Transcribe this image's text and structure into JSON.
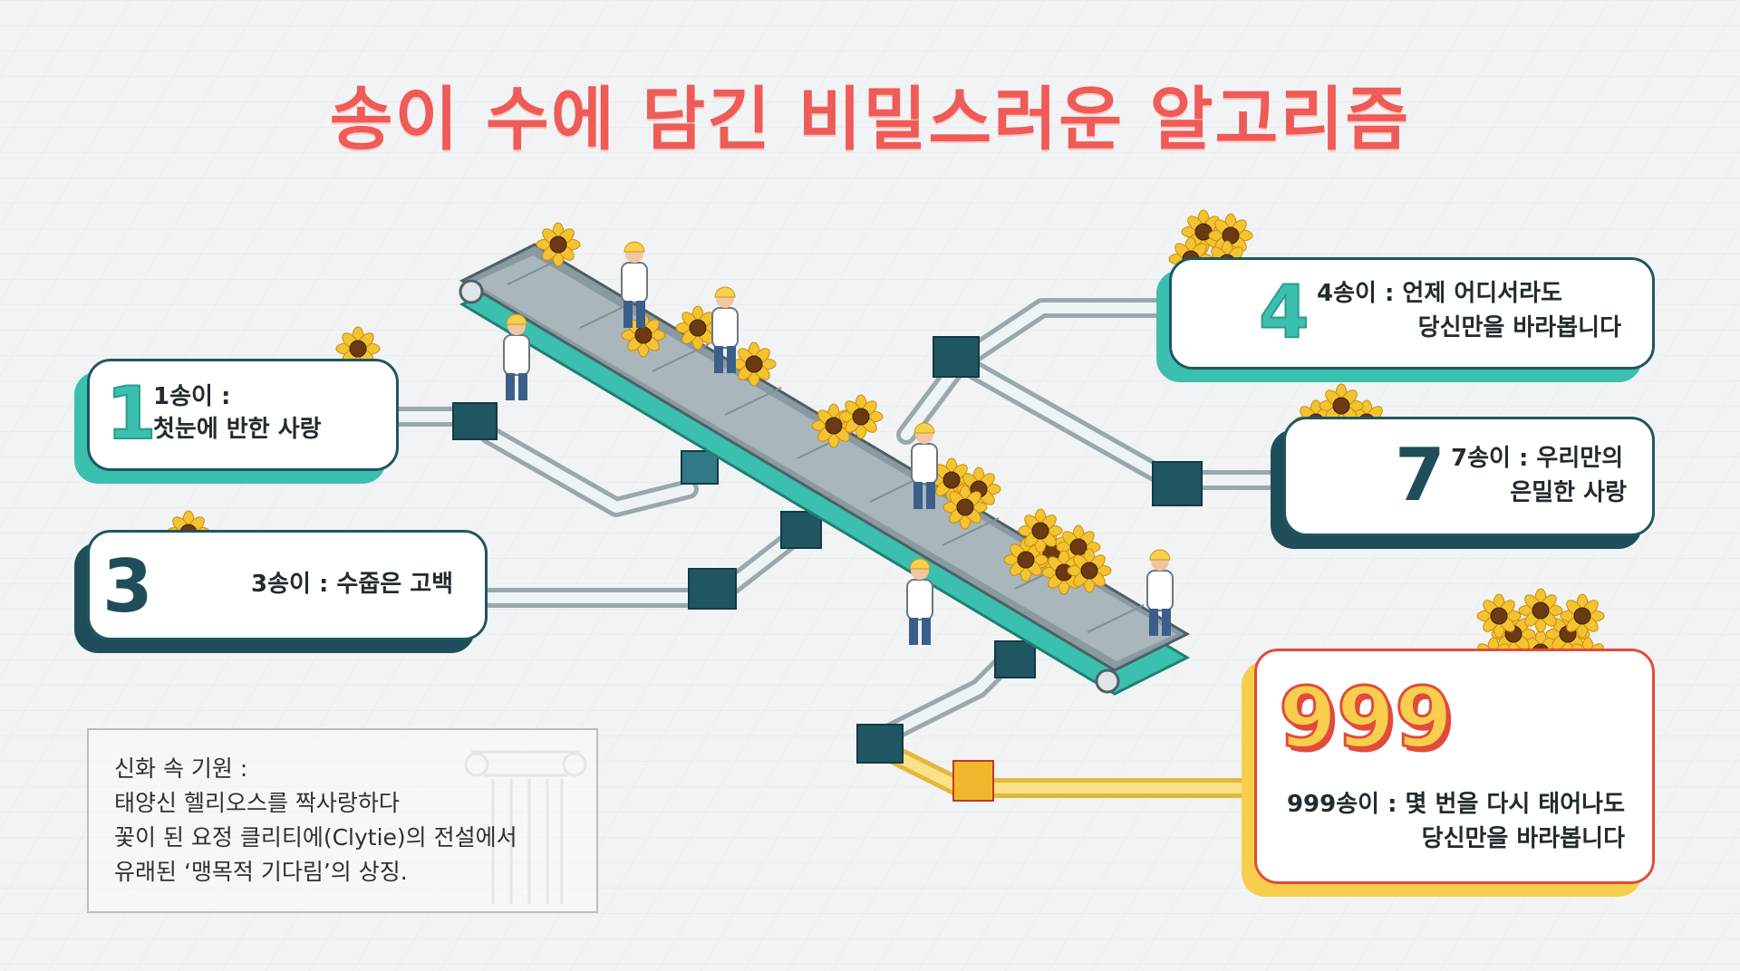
{
  "title": "송이 수에 담긴 비밀스러운 알고리즘",
  "cards": {
    "one": {
      "number": "1",
      "line1": "1송이 :",
      "line2": "첫눈에 반한 사랑"
    },
    "three": {
      "number": "3",
      "line1": "3송이 : 수줍은 고백"
    },
    "four": {
      "number": "4",
      "line1": "4송이 : 언제 어디서라도",
      "line2": "당신만을 바라봅니다"
    },
    "seven": {
      "number": "7",
      "line1": "7송이 : 우리만의",
      "line2": "은밀한 사랑"
    },
    "nine": {
      "number": "999",
      "line1": "999송이 : 몇 번을 다시 태어나도",
      "line2": "당신만을 바라봅니다"
    }
  },
  "myth": {
    "heading": "신화 속 기원 :",
    "lines": [
      "태양신 헬리오스를 짝사랑하다",
      "꽃이 된 요정 클리티에(Clytie)의 전설에서",
      "유래된 ‘맹목적 기다림’의 상징."
    ]
  },
  "colors": {
    "title": "#ef5b57",
    "teal": "#3bbfae",
    "dark_teal": "#1f4e5a",
    "sunflower": "#f7cf4c",
    "accent_red": "#e24b3c"
  }
}
